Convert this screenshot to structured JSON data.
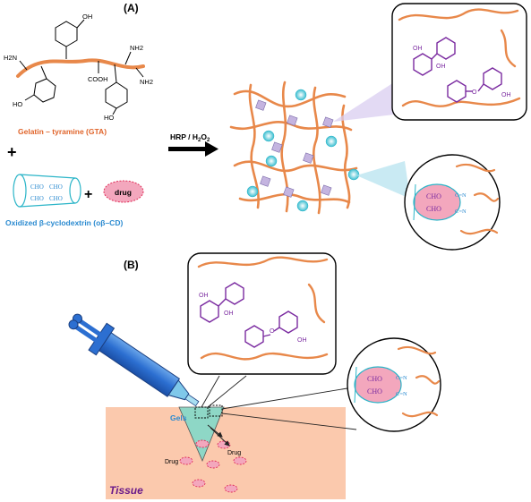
{
  "panel_a": {
    "label": "(A)",
    "gta": {
      "groups": {
        "oh_top": "OH",
        "nh2_top": "NH2",
        "h2n_left": "H2N",
        "nh2_right": "NH2",
        "cooh": "COOH",
        "ho_left": "HO",
        "ho_bottom": "HO"
      },
      "caption": "Gelatin – tyramine (GTA)"
    },
    "plus1": "+",
    "plus2": "+",
    "cd": {
      "cho": [
        "CHO",
        "CHO",
        "CHO",
        "CHO"
      ],
      "caption": "Oxidized β-cyclodextrin (oβ–CD)"
    },
    "drug_label": "drug",
    "reaction_label": "HRP / H",
    "reaction_sub1": "2",
    "reaction_mid": "O",
    "reaction_sub2": "2",
    "inset_top": {
      "oh_labels": [
        "OH",
        "OH",
        "OH"
      ],
      "o_label": "O"
    },
    "inset_circle": {
      "cho": [
        "CHO",
        "CHO"
      ],
      "imine": [
        "C=N",
        "C=N"
      ]
    }
  },
  "panel_b": {
    "label": "(B)",
    "gels_label": "Gels",
    "drug_labels": [
      "Drug",
      "Drug"
    ],
    "tissue_label": "Tissue",
    "inset_top": {
      "oh_labels": [
        "OH",
        "OH",
        "OH"
      ],
      "o_label": "O"
    },
    "inset_circle": {
      "cho": [
        "CHO",
        "CHO"
      ],
      "imine": [
        "C=N",
        "C=N"
      ]
    }
  },
  "colors": {
    "chain": "#e8884a",
    "purple": "#7a2aa0",
    "cyan": "#2bb5c8",
    "drug_fill": "#f3a7bd",
    "drug_edge": "#e0305a",
    "gta_caption": "#e0642a",
    "cd_caption": "#2a8ad0",
    "tissue": "#fbc9ad",
    "crosslink": "#c4b4e0"
  }
}
